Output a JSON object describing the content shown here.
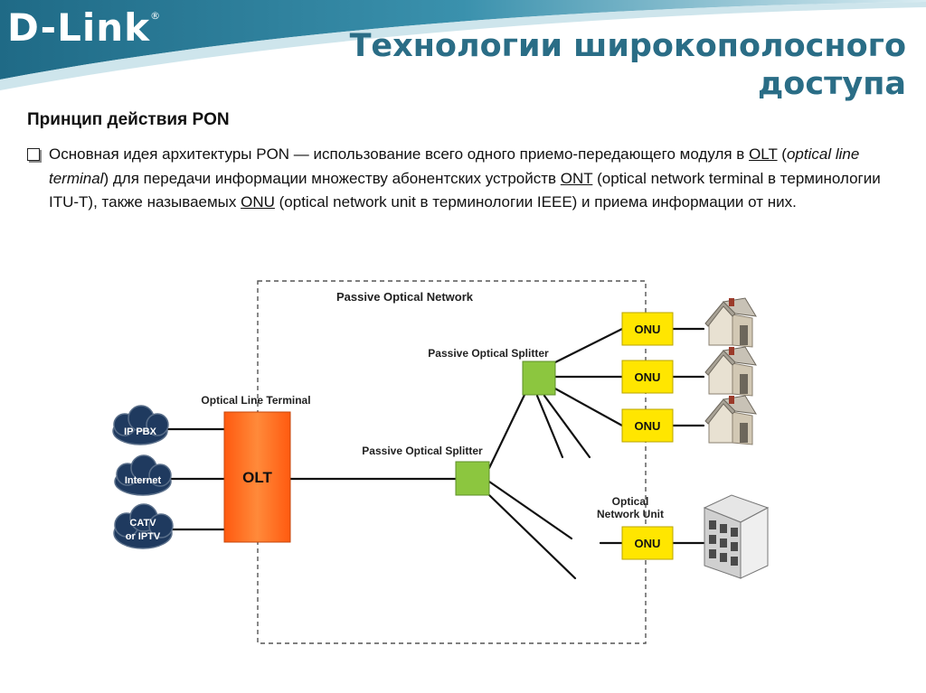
{
  "header": {
    "logo": "D-Link",
    "logo_mark": "®",
    "title_line1": "Технологии широкополосного",
    "title_line2": "доступа"
  },
  "section_title": "Принцип действия PON",
  "bullet": {
    "t1": "Основная идея архитектуры PON — использование всего одного приемо-передающего модуля в ",
    "olt": "OLT",
    "t2": " (",
    "olt_full": "optical line terminal",
    "t3": ") для передачи информации множеству абонентских устройств ",
    "ont": "ONT",
    "t4": " (optical network terminal в терминологии ITU-T), также называемых ",
    "onu": "ONU",
    "t5": " (optical network unit в терминологии IEEE) и приема информации от них."
  },
  "diagram": {
    "pon_label": "Passive Optical Network",
    "olt_caption": "Optical Line Terminal",
    "olt_label": "OLT",
    "splitter_top_label": "Passive Optical Splitter",
    "splitter_bottom_label": "Passive Optical Splitter",
    "onu_caption_line1": "Optical",
    "onu_caption_line2": "Network Unit",
    "onu_label": "ONU",
    "cloud_ippbx": "IP PBX",
    "cloud_internet": "Internet",
    "cloud_catv_line1": "CATV",
    "cloud_catv_line2": "or IPTV"
  },
  "colors": {
    "title": "#2a6d86",
    "header_band": "#2e7f9c",
    "olt_fill": "#ff6b1a",
    "splitter_fill": "#8cc63f",
    "onu_fill": "#ffe600",
    "cloud_fill": "#1f3a5f"
  }
}
